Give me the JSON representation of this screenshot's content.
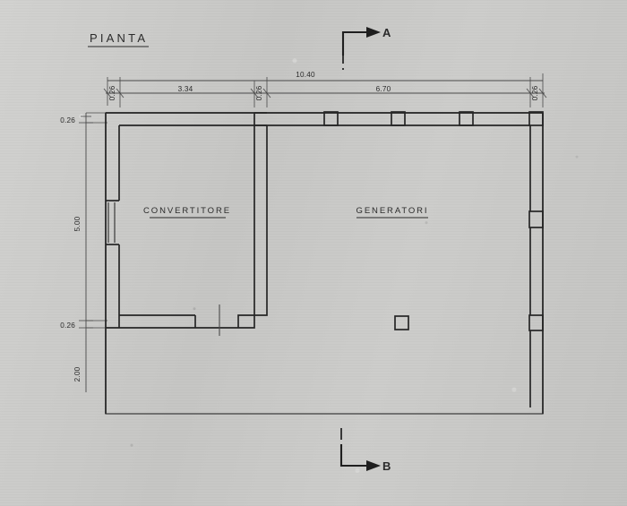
{
  "drawing": {
    "title": "PIANTA",
    "rooms": [
      {
        "name": "CONVERTITORE"
      },
      {
        "name": "GENERATORI"
      }
    ],
    "section_markers": [
      {
        "label": "A"
      },
      {
        "label": "B"
      }
    ],
    "dimensions": {
      "top_overall": "10.40",
      "top_chain": [
        {
          "value": "0.26",
          "orientation": "vertical"
        },
        {
          "value": "3.34",
          "orientation": "horizontal"
        },
        {
          "value": "0.26",
          "orientation": "vertical"
        },
        {
          "value": "6.70",
          "orientation": "horizontal"
        },
        {
          "value": "0.26",
          "orientation": "vertical"
        }
      ],
      "left_chain": [
        {
          "value": "0.26",
          "orientation": "horizontal"
        },
        {
          "value": "5.00",
          "orientation": "vertical"
        },
        {
          "value": "0.26",
          "orientation": "horizontal"
        },
        {
          "value": "2.00",
          "orientation": "vertical"
        }
      ]
    },
    "colors": {
      "paper": "#c9c9c7",
      "ink": "#2c2c2c",
      "dimension_ink": "#4a4a4a"
    }
  }
}
